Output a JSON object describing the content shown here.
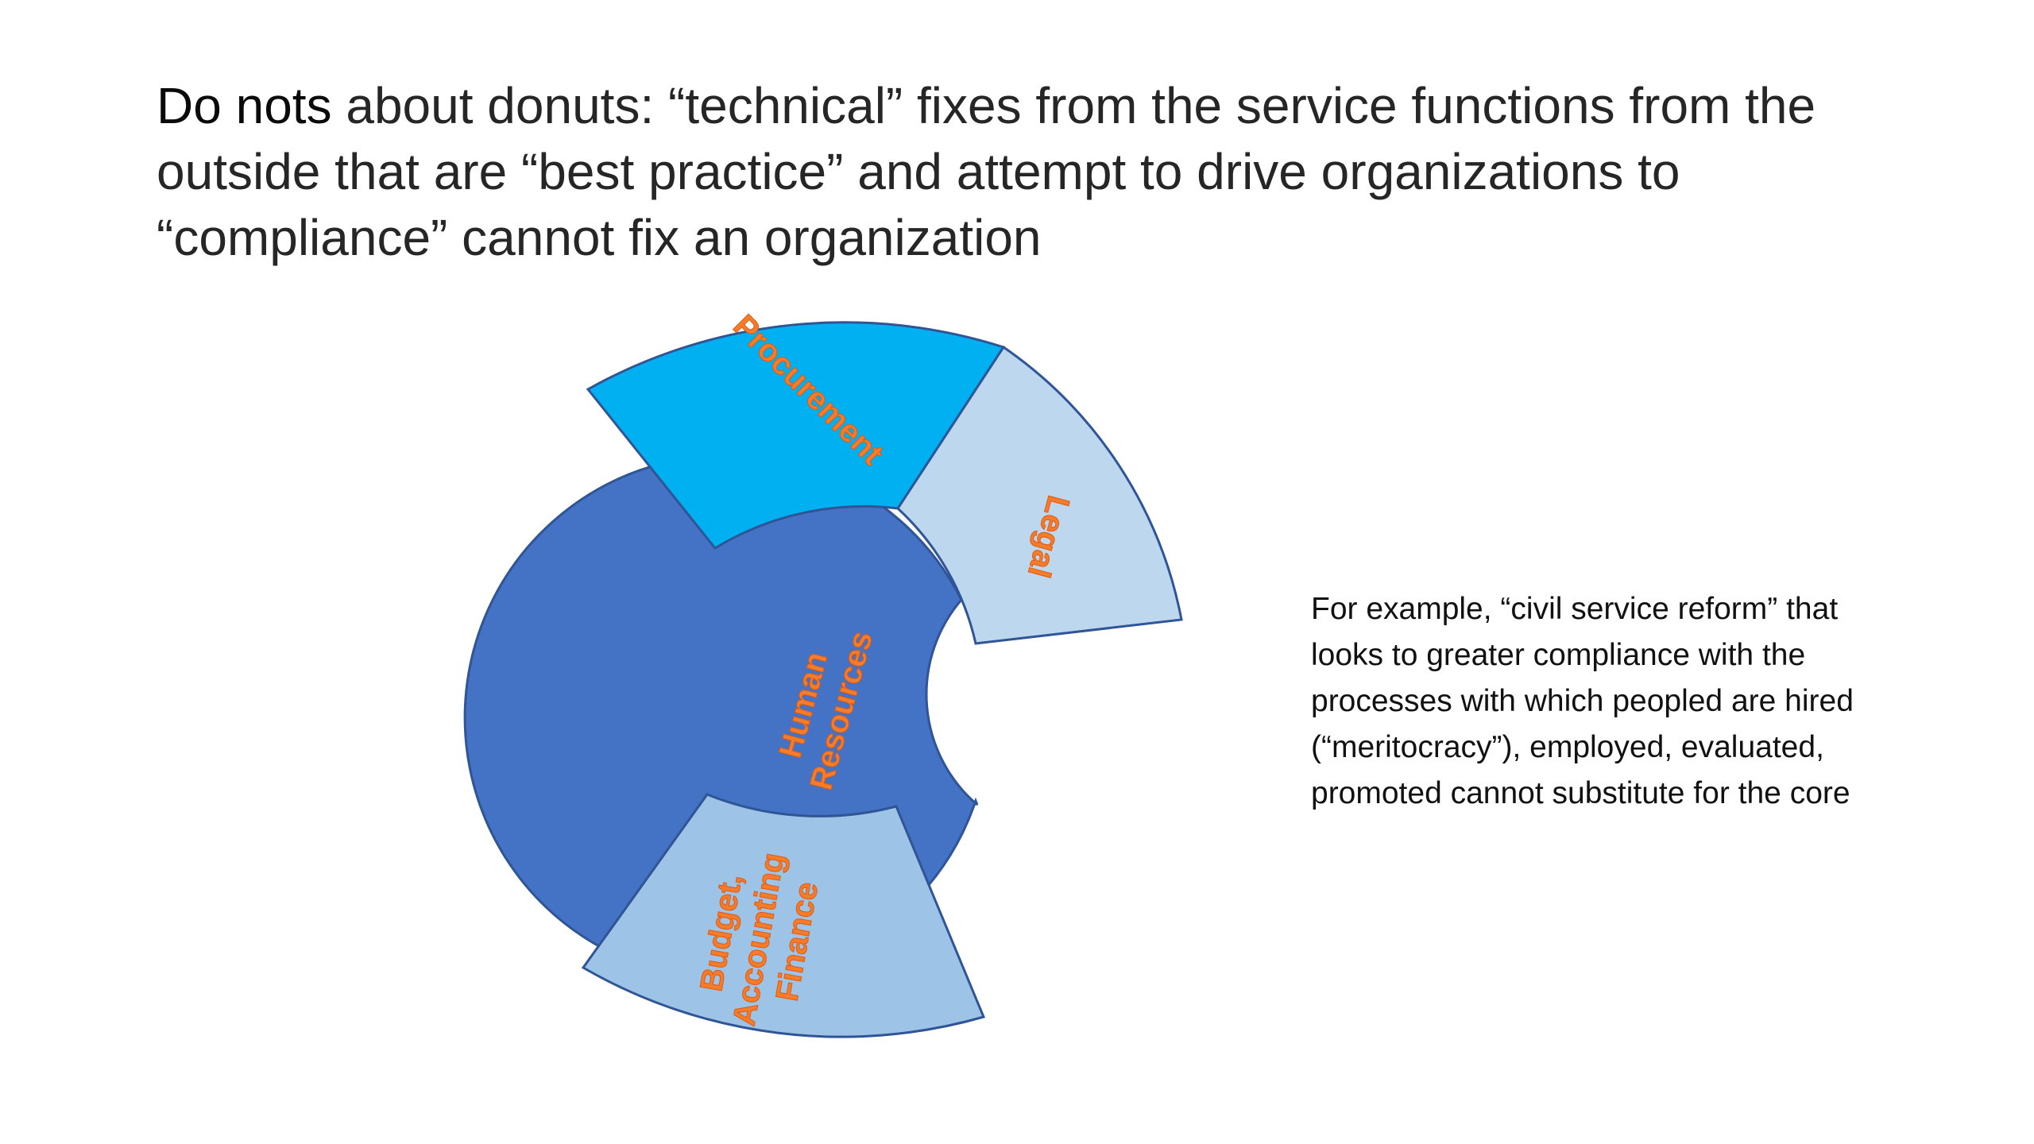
{
  "slide": {
    "title_emphasis": "Do nots",
    "title_rest": " about donuts:  “technical” fixes from the service functions from the outside that are “best practice” and attempt to drive organizations to “compliance” cannot fix an organization",
    "note_lines": [
      "For example,  “civil service reform” that",
      "looks to greater compliance with the",
      "processes with which peopled are hired",
      "(“meritocracy”), employed, evaluated,",
      "promoted cannot substitute for the core"
    ]
  },
  "diagram": {
    "segments": [
      {
        "key": "procurement",
        "label_lines": [
          "Procurement"
        ],
        "color": "#00b0f0"
      },
      {
        "key": "legal",
        "label_lines": [
          "Legal"
        ],
        "color": "#bdd7ee"
      },
      {
        "key": "human_resources",
        "label_lines": [
          "Human",
          "Resources"
        ],
        "color": "#4472c4"
      },
      {
        "key": "budget",
        "label_lines": [
          "Budget,",
          "Accounting",
          "Finance"
        ],
        "color": "#9dc3e6"
      }
    ],
    "outline_color": "#2f5597",
    "label_color": "#f47c2a"
  }
}
